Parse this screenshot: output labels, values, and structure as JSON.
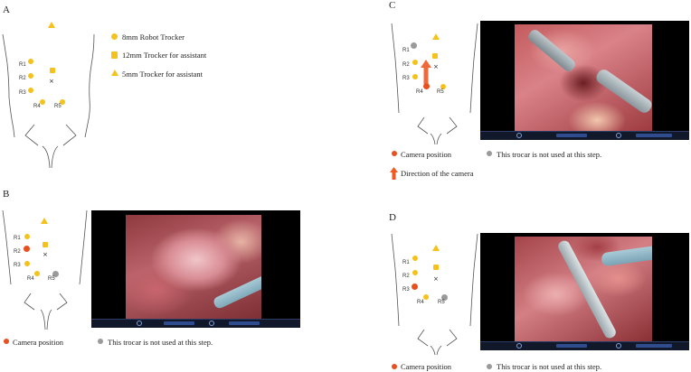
{
  "panels": {
    "a": {
      "letter": "A"
    },
    "b": {
      "letter": "B"
    },
    "c": {
      "letter": "C"
    },
    "d": {
      "letter": "D"
    }
  },
  "port_labels": [
    "R1",
    "R2",
    "R3",
    "R4",
    "R5"
  ],
  "legend_a": {
    "robot": "8mm Robot Trocker",
    "assistant12": "12mm Trocker for assistant",
    "assistant5": "5mm Trocker for assistant"
  },
  "legend": {
    "camera": "Camera position",
    "unused": "This trocar is not used at this step.",
    "direction": "Direction of the camera"
  },
  "colors": {
    "trocar": "#f4c21b",
    "camera": "#e8501f",
    "unused": "#9a9a9a",
    "arrow": "#ee5a23"
  }
}
